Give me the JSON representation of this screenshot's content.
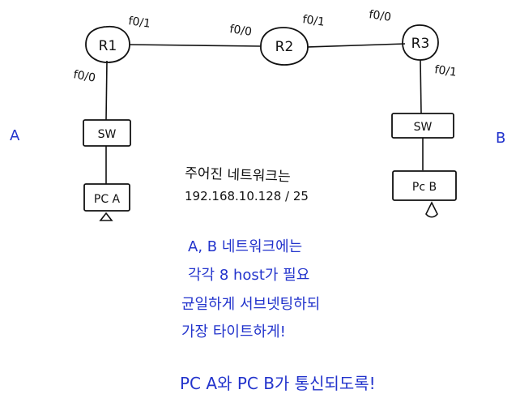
{
  "colors": {
    "ink": "#111111",
    "note": "#2233cc"
  },
  "routers": [
    {
      "label": "R1"
    },
    {
      "label": "R2"
    },
    {
      "label": "R3"
    }
  ],
  "switches": [
    {
      "label": "SW"
    },
    {
      "label": "SW"
    }
  ],
  "pcs": [
    {
      "label": "PC A"
    },
    {
      "label": "Pc B"
    }
  ],
  "interfaces": {
    "r1_right": "f0/1",
    "r1_down": "f0/0",
    "r2_left": "f0/0",
    "r2_right": "f0/1",
    "r3_left": "f0/0",
    "r3_down": "f0/1"
  },
  "network_labels": {
    "left": "A",
    "right": "B"
  },
  "given_network": {
    "caption": "주어진 네트워크는",
    "address": "192.168.10.128 / 25"
  },
  "notes": [
    "A, B 네트워크에는",
    "각각 8 host가 필요",
    "균일하게 서브넷팅하되",
    "가장 타이트하게!",
    "PC A와 PC B가 통신되도록!"
  ]
}
